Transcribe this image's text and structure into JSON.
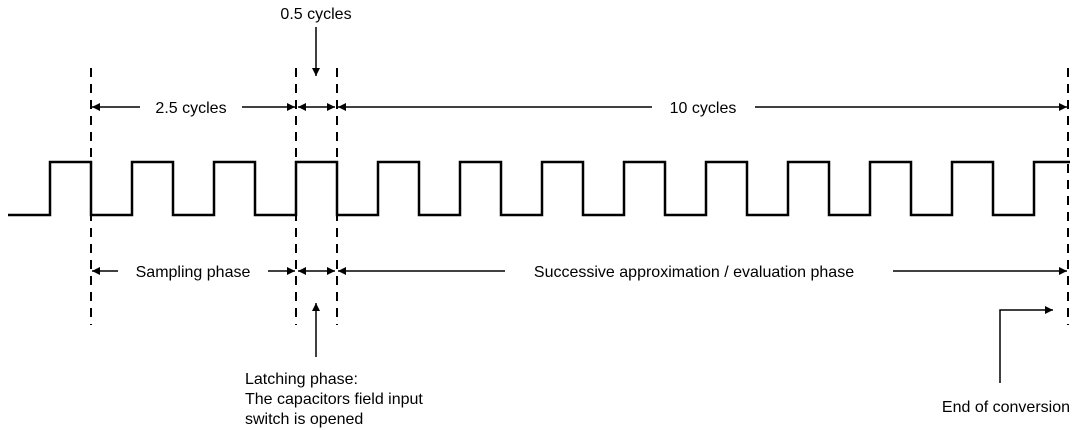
{
  "annotations": {
    "top_half_cycle": "0.5 cycles",
    "sampling_cycles": "2.5 cycles",
    "conversion_cycles": "10 cycles",
    "sampling_phase": "Sampling phase",
    "evaluation_phase": "Successive approximation / evaluation phase",
    "latching_line1": "Latching phase:",
    "latching_line2": "The capacitors field input",
    "latching_line3": "switch is opened",
    "end_of_conversion": "End of conversion"
  }
}
